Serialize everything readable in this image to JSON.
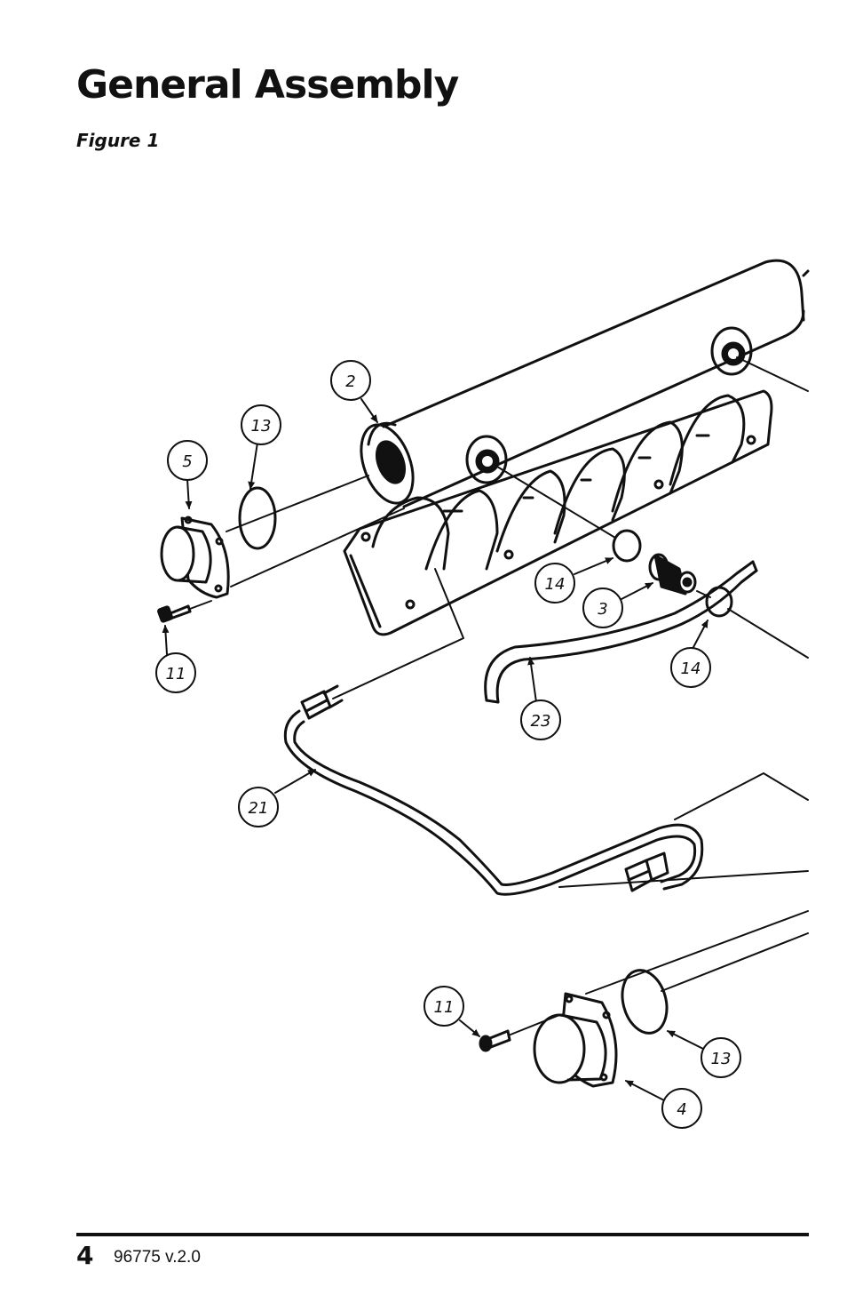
{
  "page": {
    "title": "General Assembly",
    "figure_label": "Figure 1",
    "page_number": "4",
    "document_id": "96775 v.2.0"
  },
  "callouts": [
    {
      "id": "c2",
      "label": "2"
    },
    {
      "id": "c13a",
      "label": "13"
    },
    {
      "id": "c5",
      "label": "5"
    },
    {
      "id": "c11a",
      "label": "11"
    },
    {
      "id": "c14a",
      "label": "14"
    },
    {
      "id": "c3",
      "label": "3"
    },
    {
      "id": "c14b",
      "label": "14"
    },
    {
      "id": "c23",
      "label": "23"
    },
    {
      "id": "c21",
      "label": "21"
    },
    {
      "id": "c11b",
      "label": "11"
    },
    {
      "id": "c13b",
      "label": "13"
    },
    {
      "id": "c4",
      "label": "4"
    }
  ],
  "colors": {
    "ink": "#111111",
    "paper": "#ffffff"
  }
}
